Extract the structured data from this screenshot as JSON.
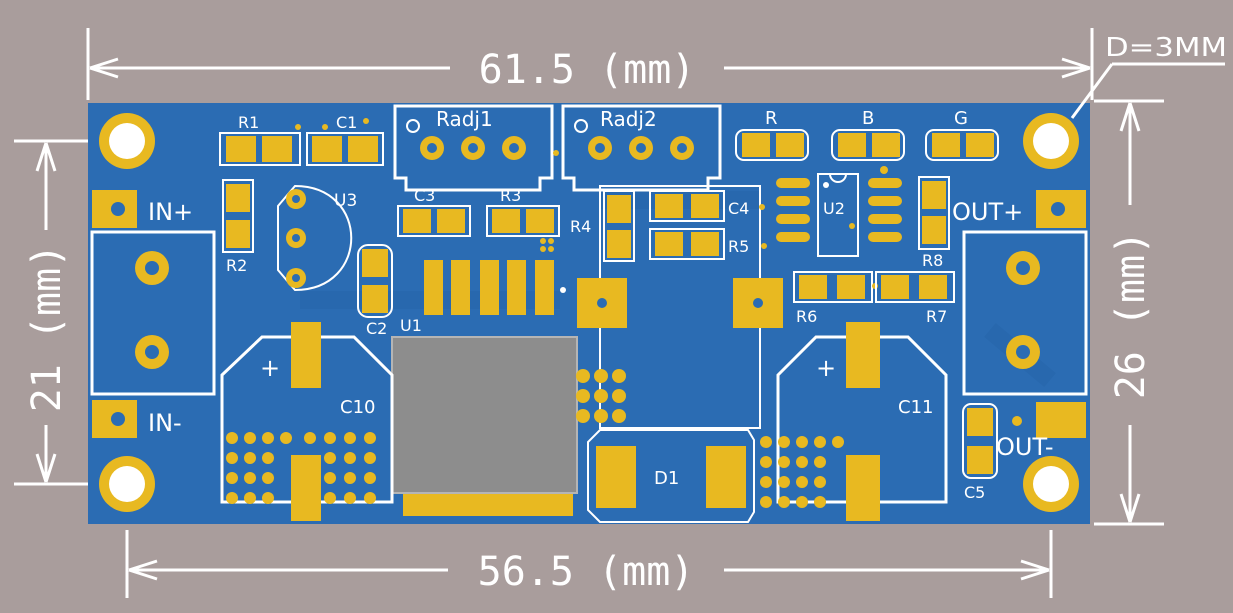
{
  "dimensions": {
    "width_top": "61.5 (mm)",
    "width_bottom": "56.5 (mm)",
    "height_left": "21 (mm)",
    "height_right": "26 (mm)",
    "hole_note": "D=3MM"
  },
  "silkscreen": {
    "r1": "R1",
    "c1": "C1",
    "radj1": "Radj1",
    "radj2": "Radj2",
    "r": "R",
    "b": "B",
    "g": "G",
    "u3": "U3",
    "c3": "C3",
    "r3": "R3",
    "r4": "R4",
    "c4": "C4",
    "c5r5": "R5",
    "u2": "U2",
    "out_plus": "OUT+",
    "in_plus": "IN+",
    "in_minus": "IN-",
    "r2": "R2",
    "r8": "R8",
    "c2": "C2",
    "u1": "U1",
    "r6": "R6",
    "r7": "R7",
    "c10": "C10",
    "c11": "C11",
    "d1": "D1",
    "out_minus": "OUT-",
    "c5": "C5",
    "plus_left": "+",
    "plus_right": "+"
  },
  "colors": {
    "board": "#2b6cb3",
    "pad": "#e8b921",
    "silkscreen": "#ffffff",
    "background": "#a99d9c"
  }
}
